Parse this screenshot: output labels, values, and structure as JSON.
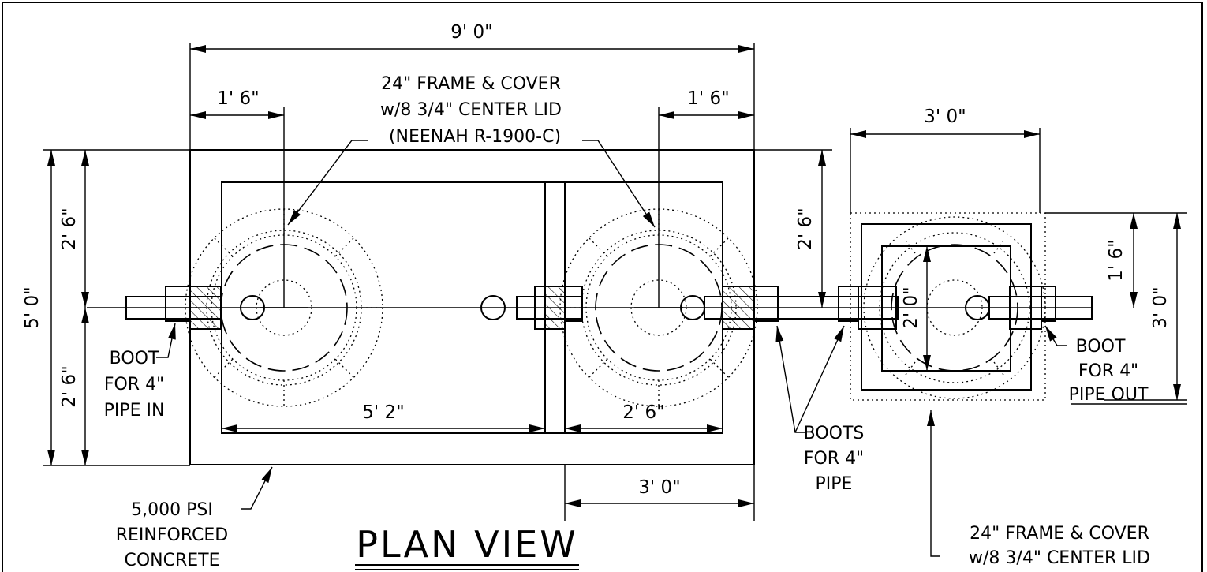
{
  "dimensions": {
    "overall_length": "9' 0\"",
    "left_offset": "1' 6\"",
    "right_offset": "1' 6\"",
    "box_width": "3' 0\"",
    "overall_height": "5' 0\"",
    "upper_half": "2' 6\"",
    "lower_half": "2' 6\"",
    "right_half": "2' 6\"",
    "chamber_1_length": "5' 2\"",
    "chamber_2_length": "2' 6\"",
    "bottom_right": "3' 0\"",
    "box_half": "1' 6\"",
    "box_height": "3' 0\"",
    "box_inner": "2' 0\""
  },
  "callouts": {
    "frame_cover_top": [
      "24\" FRAME & COVER",
      "w/8 3/4\" CENTER LID",
      "(NEENAH R-1900-C)"
    ],
    "boot_in": [
      "BOOT",
      "FOR 4\"",
      "PIPE IN"
    ],
    "boots": [
      "BOOTS",
      "FOR 4\"",
      "PIPE"
    ],
    "boot_out": [
      "BOOT",
      "FOR 4\"",
      "PIPE OUT"
    ],
    "concrete": [
      "5,000 PSI",
      "REINFORCED",
      "CONCRETE"
    ],
    "frame_cover_bottom": [
      "24\" FRAME & COVER",
      "w/8 3/4\" CENTER LID"
    ]
  },
  "title": "PLAN VIEW"
}
